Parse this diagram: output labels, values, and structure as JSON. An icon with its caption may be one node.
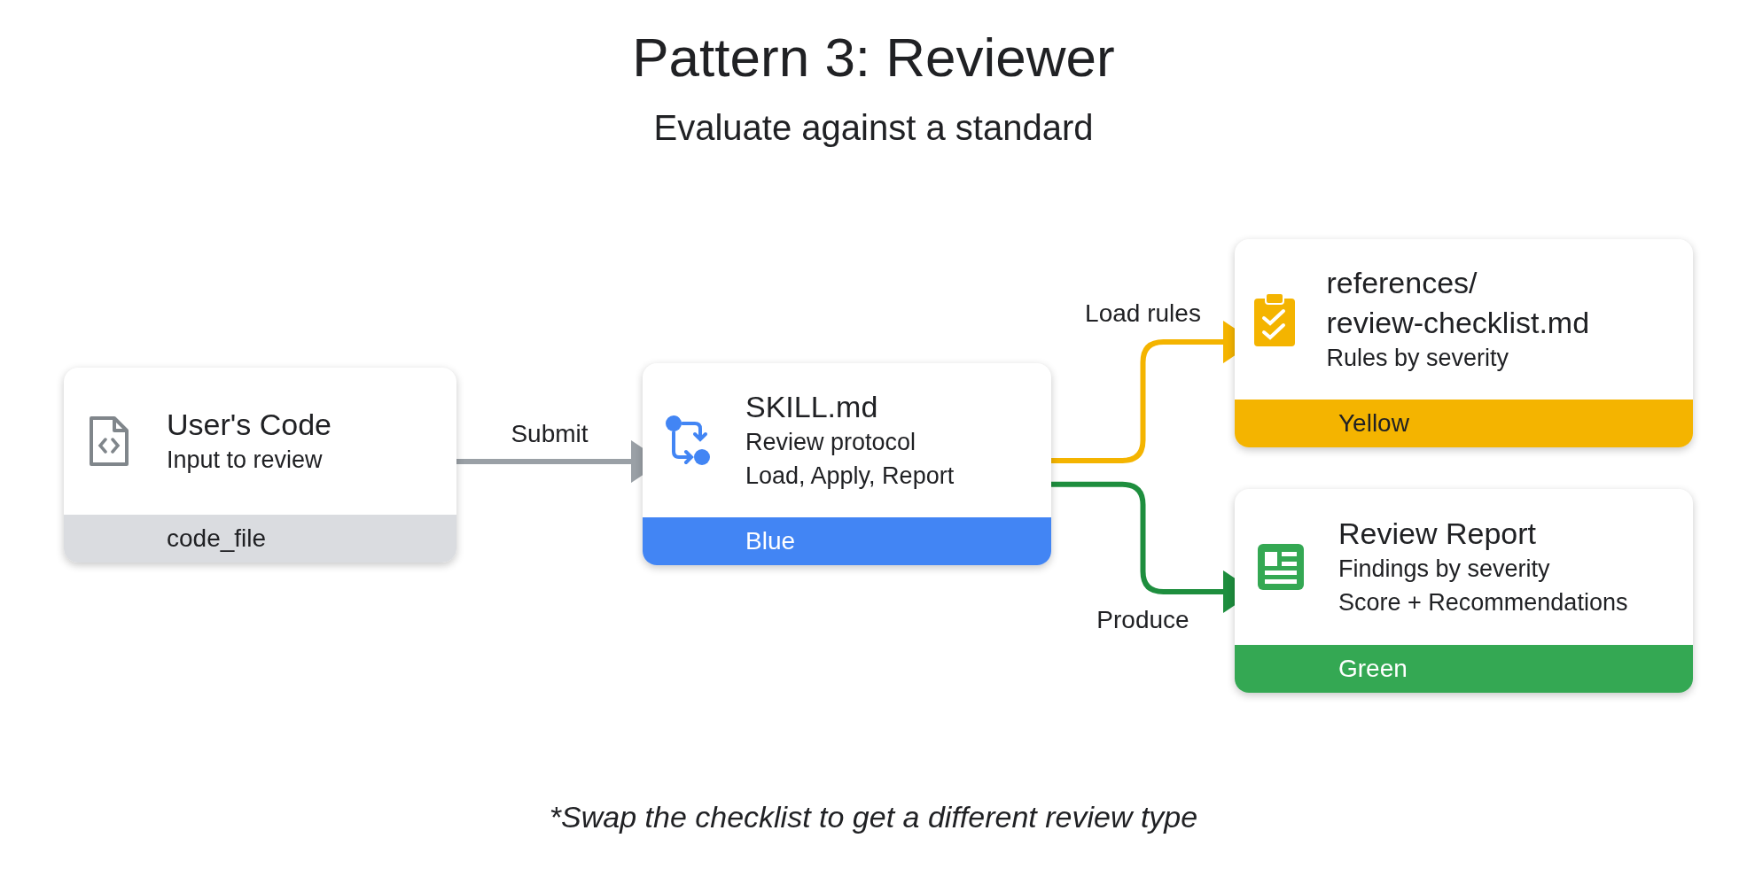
{
  "diagram": {
    "title": "Pattern 3: Reviewer",
    "nodes": [
      {
        "text": [
          "User's Code",
          "Input to review",
          "code_file"
        ]
      },
      {
        "text": [
          "SKILL.md",
          "Review protocol",
          "Load, Apply, Report",
          "Blue"
        ]
      },
      {
        "text": [
          "references/ review-checklist.md",
          "Rules by severity",
          "Yellow"
        ]
      },
      {
        "text": [
          "Review Report",
          "Findings by severity",
          "Score + Recommendations",
          "Green"
        ]
      }
    ],
    "edges": [
      {
        "from": 0,
        "to": 1,
        "arrow": "to",
        "label": "Submit",
        "color": "#9aa0a6"
      },
      {
        "from": 1,
        "to": 2,
        "arrow": "to",
        "label": "Load rules",
        "color": "#f4b400"
      },
      {
        "from": 1,
        "to": 3,
        "arrow": "to",
        "label": "Produce",
        "color": "#1e8e3e"
      }
    ],
    "labels": [
      "Evaluate against a standard"
    ],
    "caption": "*Swap the checklist to get a different review type"
  }
}
